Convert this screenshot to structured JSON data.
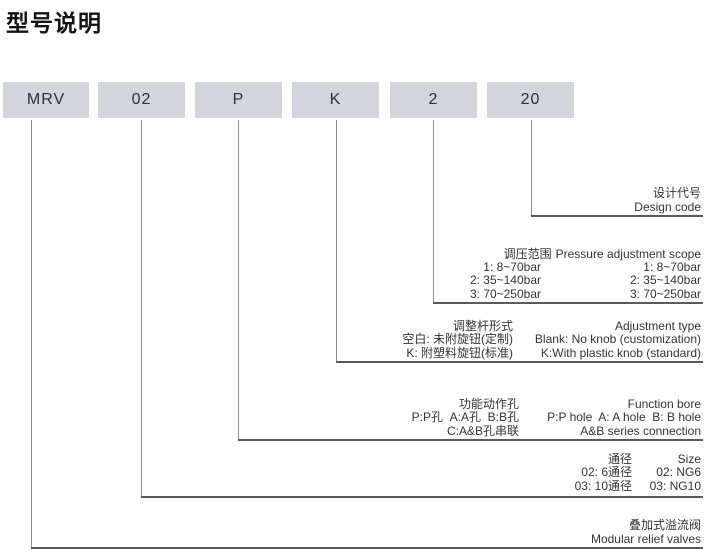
{
  "title": "型号说明",
  "boxes": [
    "MRV",
    "02",
    "P",
    "K",
    "2",
    "20"
  ],
  "sections": {
    "design_code": {
      "zh": "设计代号",
      "en": "Design code"
    },
    "pressure": {
      "title_zh": "调压范围",
      "title_en": "Pressure adjustment scope",
      "zh_rows": [
        "1: 8~70bar",
        "2: 35~140bar",
        "3: 70~250bar"
      ],
      "en_rows": [
        "1: 8~70bar",
        "2: 35~140bar",
        "3: 70~250bar"
      ]
    },
    "adjustment_type": {
      "zh_rows": [
        "调整杆形式",
        "空白: 未附旋钮(定制)",
        "K: 附塑料旋钮(标准)"
      ],
      "en_rows": [
        "Adjustment type",
        "Blank: No knob (customization)",
        "K:With plastic knob (standard)"
      ]
    },
    "function_bore": {
      "zh_rows": [
        "功能动作孔",
        "P:P孔  A:A孔  B:B孔",
        "C:A&B孔串联"
      ],
      "en_rows": [
        "Function bore",
        "P:P hole  A: A hole  B: B hole",
        "A&B series connection"
      ]
    },
    "size": {
      "zh_rows": [
        "通径",
        "02: 6通径",
        "03: 10通径"
      ],
      "en_rows": [
        "Size",
        "02: NG6",
        "03: NG10"
      ]
    },
    "product": {
      "zh": "叠加式溢流阀",
      "en": "Modular relief valves"
    }
  },
  "colors": {
    "box_fill": "#d3d4de",
    "vertical_line": "#8c8c8c",
    "horizontal_line": "#5a5a5a",
    "text": "#333333",
    "title_text": "#141414"
  }
}
